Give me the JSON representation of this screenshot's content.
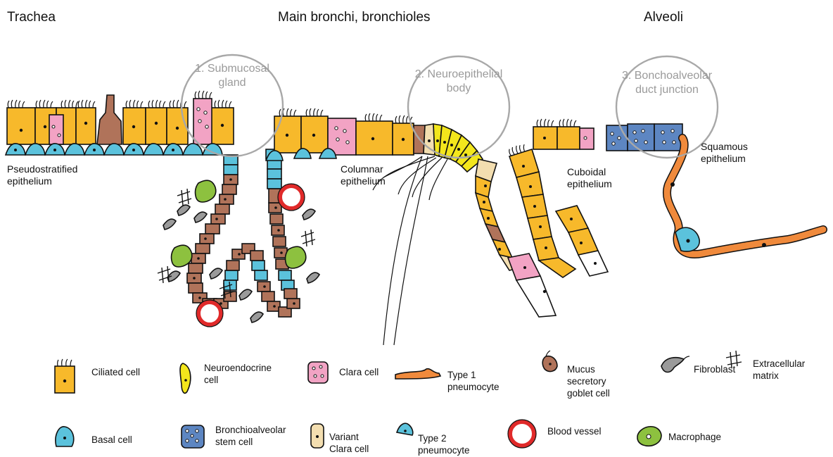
{
  "regions": {
    "trachea": "Trachea",
    "bronchi": "Main bronchi, bronchioles",
    "alveoli": "Alveoli"
  },
  "niches": [
    {
      "line1": "1. Submucosal",
      "line2": "gland"
    },
    {
      "line1": "2. Neuroepithelial",
      "line2": "body"
    },
    {
      "line1": "3. Bonchoalveolar",
      "line2": "duct junction"
    }
  ],
  "epithelia": {
    "pseudostratified": [
      "Pseudostratified",
      "epithelium"
    ],
    "columnar": [
      "Columnar",
      "epithelium"
    ],
    "cuboidal": [
      "Cuboidal",
      "epithelium"
    ],
    "squamous": [
      "Squamous",
      "epithelium"
    ]
  },
  "legend": {
    "ciliated": [
      "Ciliated cell"
    ],
    "neuroendocrine": [
      "Neuroendocrine",
      "cell"
    ],
    "clara": [
      "Clara cell"
    ],
    "type1": [
      "Type 1",
      "pneumocyte"
    ],
    "mucus": [
      "Mucus",
      "secretory",
      "goblet cell"
    ],
    "fibroblast": [
      "Fibroblast"
    ],
    "ecm": [
      "Extracellular",
      "matrix"
    ],
    "basal": [
      "Basal cell"
    ],
    "basc": [
      "Bronchioalveolar",
      "stem cell"
    ],
    "variant_clara": [
      "Variant",
      "Clara cell"
    ],
    "type2": [
      "Type 2",
      "pneumocyte"
    ],
    "blood_vessel": [
      "Blood vessel"
    ],
    "macrophage": [
      "Macrophage"
    ]
  },
  "colors": {
    "ciliated": "#f7b92b",
    "basal": "#5bc2dc",
    "clara": "#f2a3c4",
    "goblet": "#b0735a",
    "neuroendocrine": "#f3e61c",
    "variant_clara": "#f3deb0",
    "basc": "#5d86c2",
    "type1": "#f08a3c",
    "blood_vessel": "#e02a2a",
    "macrophage": "#8dc13f",
    "fibroblast": "#9a9a9a",
    "niche_circle": "#a8a8a8"
  }
}
